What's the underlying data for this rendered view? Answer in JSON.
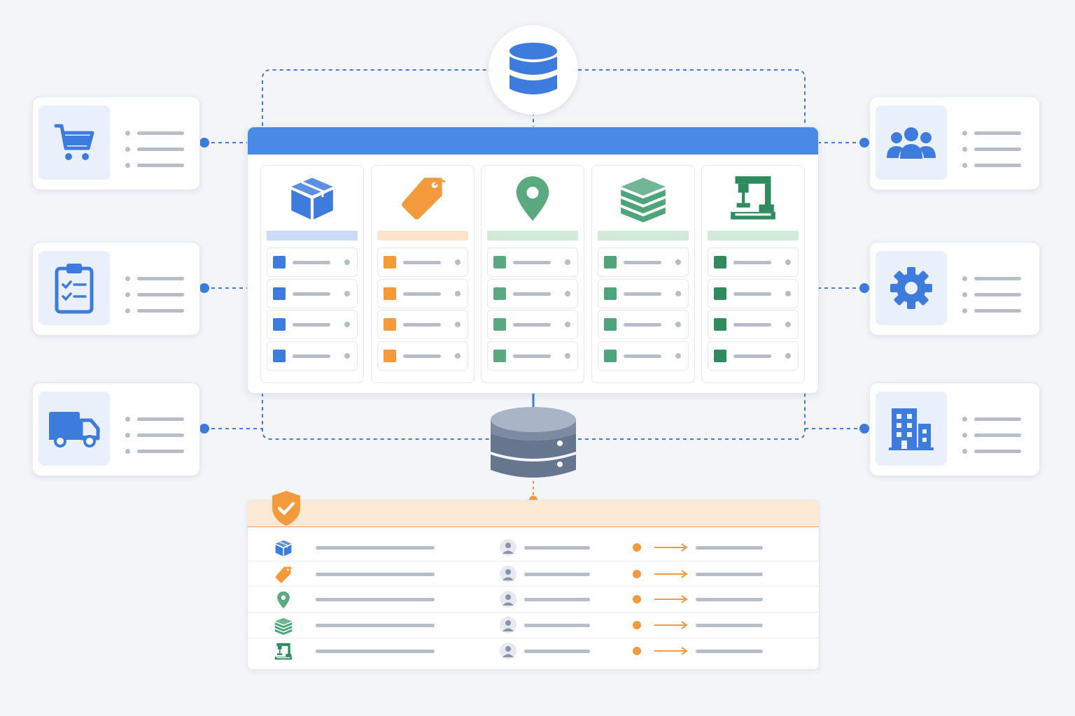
{
  "colors": {
    "blue": "#3d7bdc",
    "orange": "#f39a3d",
    "green": "#4ea57a",
    "green_dark": "#2f8a5e",
    "slate": "#66768f",
    "gray_line": "#b6bdc9"
  },
  "left_cards": [
    {
      "icon": "shopping-cart-icon"
    },
    {
      "icon": "checklist-clipboard-icon"
    },
    {
      "icon": "delivery-truck-icon"
    }
  ],
  "right_cards": [
    {
      "icon": "users-group-icon"
    },
    {
      "icon": "gear-icon"
    },
    {
      "icon": "building-icon"
    }
  ],
  "hubs": {
    "top": {
      "icon": "database-icon",
      "color": "#3d7bdc"
    },
    "bottom": {
      "icon": "database-server-icon",
      "color": "#66768f"
    }
  },
  "modules": [
    {
      "icon": "package-box-icon",
      "color": "#3d7bdc",
      "header_color": "#c9dbf6",
      "rows": 4
    },
    {
      "icon": "price-tag-icon",
      "color": "#f39a3d",
      "header_color": "#fde3cc",
      "rows": 4
    },
    {
      "icon": "map-pin-icon",
      "color": "#5aa97f",
      "header_color": "#d3ead9",
      "rows": 4
    },
    {
      "icon": "stacked-layers-icon",
      "color": "#4ea57a",
      "header_color": "#d3ead9",
      "rows": 4
    },
    {
      "icon": "machine-station-icon",
      "color": "#2f8a5e",
      "header_color": "#d3ead9",
      "rows": 4
    }
  ],
  "audit": {
    "header_icon": "shield-check-icon",
    "rows": [
      {
        "icon": "package-box-icon"
      },
      {
        "icon": "price-tag-icon"
      },
      {
        "icon": "map-pin-icon"
      },
      {
        "icon": "stacked-layers-icon"
      },
      {
        "icon": "machine-station-icon"
      }
    ]
  }
}
